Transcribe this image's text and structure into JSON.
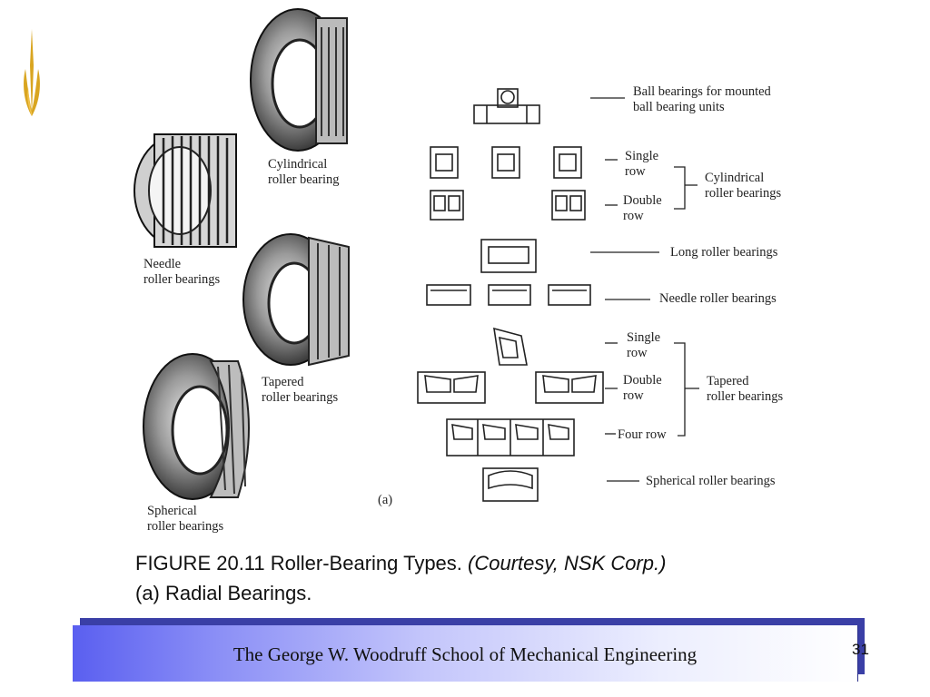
{
  "figure": {
    "photo_labels": {
      "cylindrical": "Cylindrical\nroller bearing",
      "needle": "Needle\nroller bearings",
      "tapered": "Tapered\nroller bearings",
      "spherical": "Spherical\nroller bearings"
    },
    "diagram_labels": {
      "ball": "Ball bearings for mounted\nball bearing units",
      "cyl_single": "Single\nrow",
      "cyl_double": "Double\nrow",
      "cylindrical_group": "Cylindrical\nroller bearings",
      "long": "Long roller bearings",
      "needle": "Needle roller bearings",
      "tap_single": "Single\nrow",
      "tap_double": "Double\nrow",
      "four_row": "Four row",
      "tapered_group": "Tapered\nroller bearings",
      "spherical": "Spherical roller bearings"
    },
    "panel_label": "(a)"
  },
  "caption": {
    "line1_main": "FIGURE 20.11 Roller-Bearing Types. ",
    "line1_credit": "(Courtesy, NSK Corp.)",
    "line2": "(a) Radial Bearings."
  },
  "footer": {
    "institution": "The George W. Woodruff School of Mechanical Engineering",
    "page_number": "31"
  },
  "colors": {
    "logo_gold": "#d9a520",
    "footer_blue": "#5a5ff0",
    "footer_shadow": "#3a3fa6"
  }
}
